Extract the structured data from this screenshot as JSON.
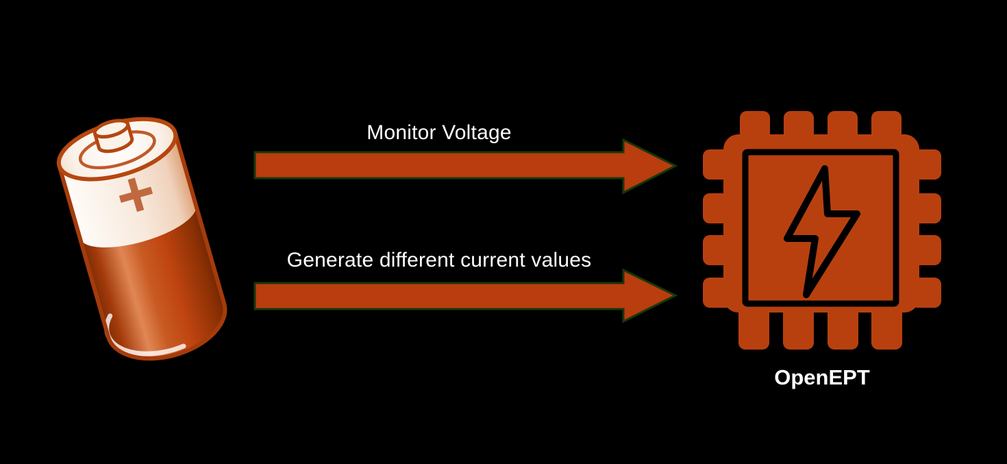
{
  "diagram": {
    "background_color": "#000000",
    "battery": {
      "icon": "battery-icon",
      "terminal_symbol": "+"
    },
    "arrows": [
      {
        "label": "Monitor Voltage",
        "direction": "right"
      },
      {
        "label": "Generate different current values",
        "direction": "right"
      }
    ],
    "chip": {
      "icon": "chip-icon",
      "inner_icon": "lightning-bolt-icon",
      "label": "OpenEPT"
    },
    "colors": {
      "arrow_fill": "#B93D0E",
      "arrow_outline": "#17380B",
      "chip_fill": "#B8400F",
      "battery_orange": "#C2450F",
      "battery_cream": "#F7EADD",
      "label_text": "#FFFFFF"
    }
  }
}
